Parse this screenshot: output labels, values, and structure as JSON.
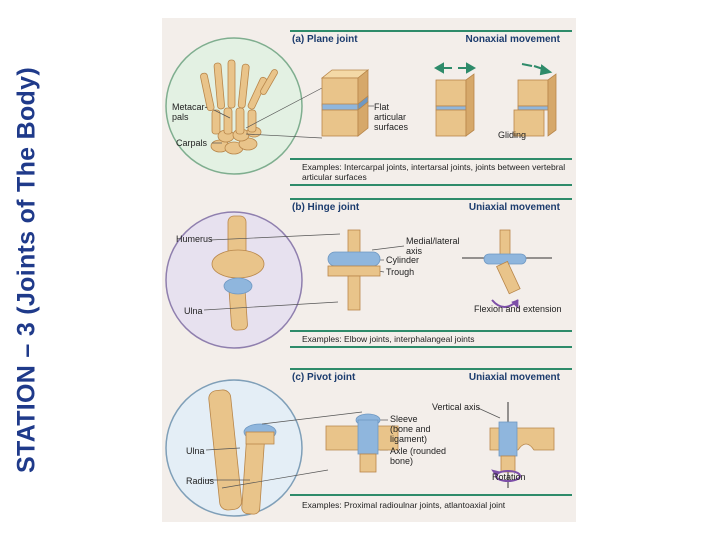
{
  "slide": {
    "title": "STATION – 3 (Joints of The Body)"
  },
  "panels": {
    "plane": {
      "heading": "(a) Plane joint",
      "movement": "Nonaxial movement",
      "labels": {
        "metacarpals": "Metacar-\npals",
        "carpals": "Carpals",
        "flat": "Flat\narticular\nsurfaces",
        "gliding": "Gliding"
      },
      "examples": "Examples: Intercarpal joints, intertarsal joints, joints between vertebral articular surfaces"
    },
    "hinge": {
      "heading": "(b) Hinge joint",
      "movement": "Uniaxial movement",
      "labels": {
        "humerus": "Humerus",
        "ulna": "Ulna",
        "axis": "Medial/lateral\naxis",
        "cylinder": "Cylinder",
        "trough": "Trough",
        "flexion": "Flexion and extension"
      },
      "examples": "Examples: Elbow joints, interphalangeal joints"
    },
    "pivot": {
      "heading": "(c) Pivot joint",
      "movement": "Uniaxial movement",
      "labels": {
        "vertical_axis": "Vertical axis",
        "sleeve": "Sleeve\n(bone and\nligament)",
        "axle": "Axle (rounded\nbone)",
        "ulna": "Ulna",
        "radius": "Radius",
        "rotation": "Rotation"
      },
      "examples": "Examples: Proximal radioulnar joints, atlantoaxial joint"
    }
  },
  "colors": {
    "title": "#1f3a8a",
    "accent_green": "#2e8b6a",
    "circle_plane": "#e3f1e3",
    "circle_hinge": "#e7e1ef",
    "circle_pivot": "#e4eef6",
    "bone": "#e9c48a",
    "cartilage": "#8fb6dd"
  }
}
